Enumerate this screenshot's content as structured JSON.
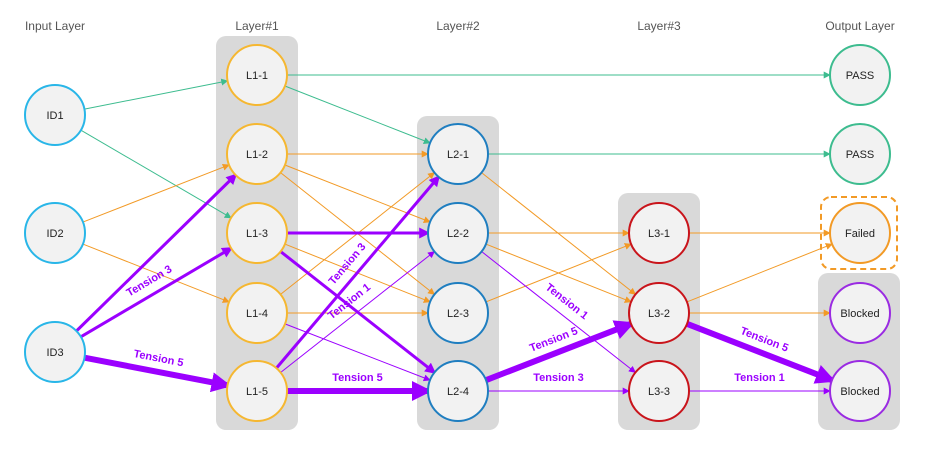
{
  "layers": [
    {
      "id": "input",
      "title": "Input Layer"
    },
    {
      "id": "l1",
      "title": "Layer#1"
    },
    {
      "id": "l2",
      "title": "Layer#2"
    },
    {
      "id": "l3",
      "title": "Layer#3"
    },
    {
      "id": "output",
      "title": "Output Layer"
    }
  ],
  "colors": {
    "input": "#29b6e8",
    "l1": "#f5b731",
    "l2": "#1f7ec0",
    "l3": "#c9141b",
    "pass": "#3dbc8f",
    "failed": "#f29a26",
    "blocked": "#9a2be2",
    "tension": "#9b00ff",
    "group_bg": "#d9d9d9",
    "node_fill": "#f2f2f2"
  },
  "nodes": [
    {
      "id": "ID1",
      "label": "ID1",
      "layer": "input"
    },
    {
      "id": "ID2",
      "label": "ID2",
      "layer": "input"
    },
    {
      "id": "ID3",
      "label": "ID3",
      "layer": "input"
    },
    {
      "id": "L1-1",
      "label": "L1-1",
      "layer": "l1"
    },
    {
      "id": "L1-2",
      "label": "L1-2",
      "layer": "l1"
    },
    {
      "id": "L1-3",
      "label": "L1-3",
      "layer": "l1"
    },
    {
      "id": "L1-4",
      "label": "L1-4",
      "layer": "l1"
    },
    {
      "id": "L1-5",
      "label": "L1-5",
      "layer": "l1"
    },
    {
      "id": "L2-1",
      "label": "L2-1",
      "layer": "l2"
    },
    {
      "id": "L2-2",
      "label": "L2-2",
      "layer": "l2"
    },
    {
      "id": "L2-3",
      "label": "L2-3",
      "layer": "l2"
    },
    {
      "id": "L2-4",
      "label": "L2-4",
      "layer": "l2"
    },
    {
      "id": "L3-1",
      "label": "L3-1",
      "layer": "l3"
    },
    {
      "id": "L3-2",
      "label": "L3-2",
      "layer": "l3"
    },
    {
      "id": "L3-3",
      "label": "L3-3",
      "layer": "l3"
    },
    {
      "id": "O1",
      "label": "PASS",
      "layer": "output",
      "status": "pass"
    },
    {
      "id": "O2",
      "label": "PASS",
      "layer": "output",
      "status": "pass"
    },
    {
      "id": "O3",
      "label": "Failed",
      "layer": "output",
      "status": "failed"
    },
    {
      "id": "O4",
      "label": "Blocked",
      "layer": "output",
      "status": "blocked"
    },
    {
      "id": "O5",
      "label": "Blocked",
      "layer": "output",
      "status": "blocked"
    }
  ],
  "edges": [
    {
      "from": "ID1",
      "to": "L1-1",
      "kind": "pass"
    },
    {
      "from": "ID1",
      "to": "L1-3",
      "kind": "pass"
    },
    {
      "from": "L1-1",
      "to": "O1",
      "kind": "pass"
    },
    {
      "from": "L1-1",
      "to": "L2-1",
      "kind": "pass"
    },
    {
      "from": "L2-1",
      "to": "O2",
      "kind": "pass"
    },
    {
      "from": "ID2",
      "to": "L1-2",
      "kind": "fail"
    },
    {
      "from": "ID2",
      "to": "L1-4",
      "kind": "fail"
    },
    {
      "from": "L1-2",
      "to": "L2-1",
      "kind": "fail"
    },
    {
      "from": "L1-2",
      "to": "L2-2",
      "kind": "fail"
    },
    {
      "from": "L1-2",
      "to": "L2-3",
      "kind": "fail"
    },
    {
      "from": "L1-3",
      "to": "L2-3",
      "kind": "fail"
    },
    {
      "from": "L1-4",
      "to": "L2-1",
      "kind": "fail"
    },
    {
      "from": "L1-4",
      "to": "L2-3",
      "kind": "fail"
    },
    {
      "from": "L2-1",
      "to": "L3-2",
      "kind": "fail"
    },
    {
      "from": "L2-2",
      "to": "L3-1",
      "kind": "fail"
    },
    {
      "from": "L2-2",
      "to": "L3-2",
      "kind": "fail"
    },
    {
      "from": "L2-3",
      "to": "L3-1",
      "kind": "fail"
    },
    {
      "from": "L3-1",
      "to": "O3",
      "kind": "fail"
    },
    {
      "from": "L3-2",
      "to": "O3",
      "kind": "fail"
    },
    {
      "from": "L3-2",
      "to": "O4",
      "kind": "fail"
    },
    {
      "from": "ID3",
      "to": "L1-2",
      "kind": "tension",
      "weight": 3
    },
    {
      "from": "ID3",
      "to": "L1-3",
      "kind": "tension",
      "weight": 3,
      "label": "Tension 3"
    },
    {
      "from": "ID3",
      "to": "L1-5",
      "kind": "tension",
      "weight": 5,
      "label": "Tension 5"
    },
    {
      "from": "L1-3",
      "to": "L2-2",
      "kind": "tension",
      "weight": 3
    },
    {
      "from": "L1-3",
      "to": "L2-4",
      "kind": "tension",
      "weight": 3
    },
    {
      "from": "L1-4",
      "to": "L2-4",
      "kind": "tension",
      "weight": 1
    },
    {
      "from": "L1-5",
      "to": "L2-1",
      "kind": "tension",
      "weight": 3,
      "label": "Tension 3"
    },
    {
      "from": "L1-5",
      "to": "L2-2",
      "kind": "tension",
      "weight": 1,
      "label": "Tension 1"
    },
    {
      "from": "L1-5",
      "to": "L2-4",
      "kind": "tension",
      "weight": 5,
      "label": "Tension 5"
    },
    {
      "from": "L2-2",
      "to": "L3-3",
      "kind": "tension",
      "weight": 1,
      "label": "Tension 1"
    },
    {
      "from": "L2-4",
      "to": "L3-2",
      "kind": "tension",
      "weight": 5,
      "label": "Tension 5"
    },
    {
      "from": "L2-4",
      "to": "L3-3",
      "kind": "tension",
      "weight": 1,
      "label": "Tension 3"
    },
    {
      "from": "L3-2",
      "to": "O5",
      "kind": "tension",
      "weight": 5,
      "label": "Tension 5"
    },
    {
      "from": "L3-3",
      "to": "O5",
      "kind": "tension",
      "weight": 1,
      "label": "Tension 1"
    }
  ]
}
